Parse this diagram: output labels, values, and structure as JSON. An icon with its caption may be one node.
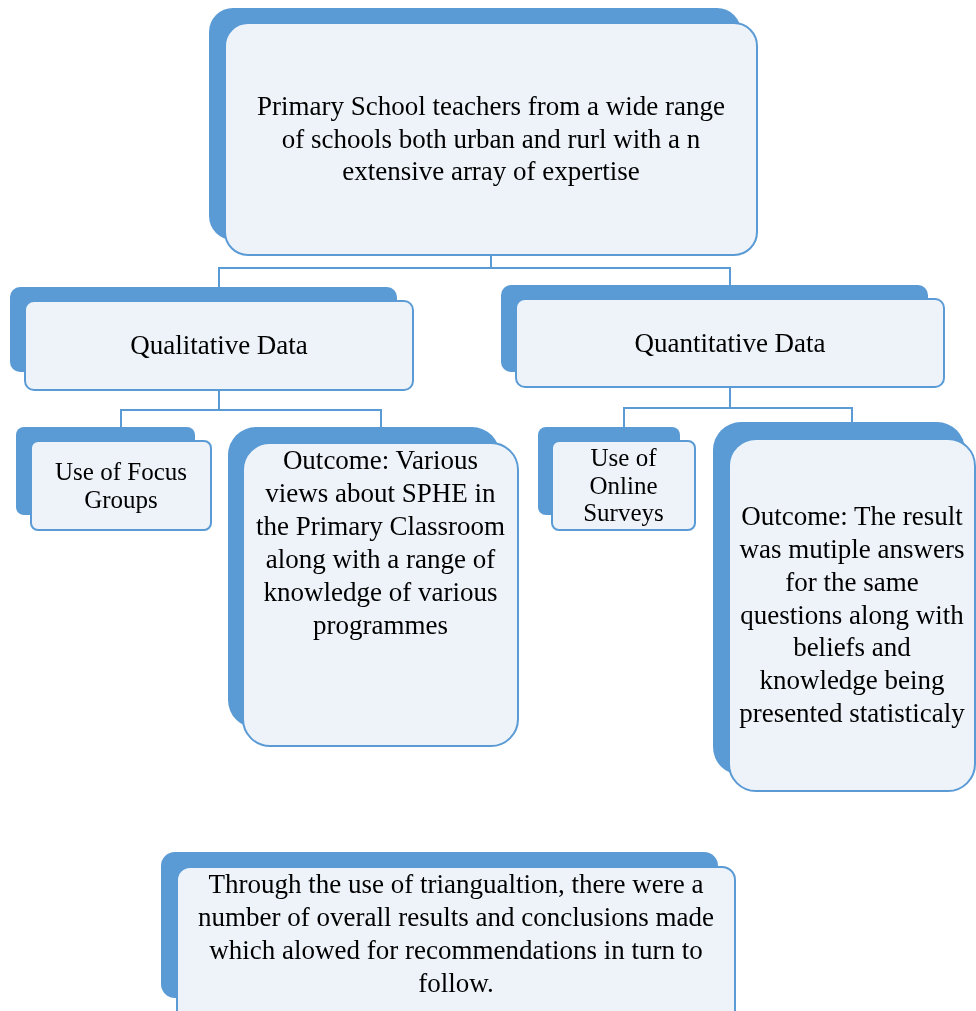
{
  "diagram": {
    "nodes": [
      {
        "text": [
          "Primary School teachers from a wide range of schools both urban and rurl with a n extensive array of expertise"
        ]
      },
      {
        "text": [
          "Qualitative Data"
        ]
      },
      {
        "text": [
          "Quantitative Data"
        ]
      },
      {
        "text": [
          "Use of Focus Groups"
        ]
      },
      {
        "text": [
          "Outcome: Various views about SPHE in the Primary Classroom along with a range of knowledge of various programmes"
        ]
      },
      {
        "text": [
          "Use of Online Surveys"
        ]
      },
      {
        "text": [
          "Outcome: The result was mutiple answers for the same questions along with beliefs and knowledge being presented statisticaly"
        ]
      },
      {
        "text": [
          "Through the use of triangualtion, there were a number of overall results and conclusions made which alowed for recommendations in turn to follow."
        ]
      }
    ],
    "edges": [
      {
        "from": 0,
        "to": 1,
        "arrow": "none"
      },
      {
        "from": 0,
        "to": 2,
        "arrow": "none"
      },
      {
        "from": 1,
        "to": 3,
        "arrow": "none"
      },
      {
        "from": 1,
        "to": 4,
        "arrow": "none"
      },
      {
        "from": 2,
        "to": 5,
        "arrow": "none"
      },
      {
        "from": 2,
        "to": 6,
        "arrow": "none"
      }
    ]
  }
}
